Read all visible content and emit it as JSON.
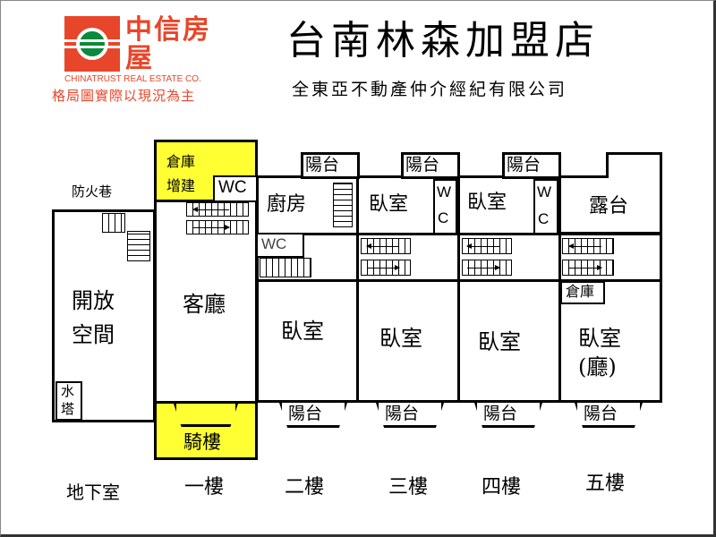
{
  "header": {
    "logo": {
      "brand_cn": "中信房屋",
      "brand_en": "CHINATRUST REAL ESTATE CO.",
      "disclaimer": "格局圖實際以現況為主",
      "brand_color": "#e8462a",
      "logo_green": "#0a8a3a"
    },
    "title": "台南林森加盟店",
    "subtitle": "全東亞不動產仲介經紀有限公司"
  },
  "floors": [
    {
      "label": "地下室",
      "rooms": [
        "開放空間",
        "水塔"
      ],
      "notes": [
        "防火巷"
      ]
    },
    {
      "label": "一樓",
      "rooms": [
        "倉庫增建",
        "WC",
        "客廳",
        "騎樓"
      ]
    },
    {
      "label": "二樓",
      "rooms": [
        "陽台",
        "廚房",
        "WC",
        "臥室",
        "陽台"
      ]
    },
    {
      "label": "三樓",
      "rooms": [
        "陽台",
        "臥室",
        "WC",
        "臥室",
        "陽台"
      ]
    },
    {
      "label": "四樓",
      "rooms": [
        "陽台",
        "臥室",
        "WC",
        "臥室",
        "陽台"
      ]
    },
    {
      "label": "五樓",
      "rooms": [
        "露台",
        "倉庫",
        "臥室(廳)",
        "陽台"
      ]
    }
  ],
  "labels": {
    "fire_lane": "防火巷",
    "open_space_1": "開放",
    "open_space_2": "空間",
    "water_tower_1": "水",
    "water_tower_2": "塔",
    "storage_addon_1": "倉庫",
    "storage_addon_2": "增建",
    "wc": "WC",
    "wc_w": "W",
    "wc_c": "C",
    "living_room": "客廳",
    "arcade": "騎樓",
    "kitchen": "廚房",
    "balcony": "陽台",
    "bedroom": "臥室",
    "terrace": "露台",
    "storage": "倉庫",
    "bedroom_hall": "臥室",
    "hall": "(廳)",
    "floor_b1": "地下室",
    "floor_1": "一樓",
    "floor_2": "二樓",
    "floor_3": "三樓",
    "floor_4": "四樓",
    "floor_5": "五樓"
  },
  "colors": {
    "highlight_yellow": "#ffff33",
    "line": "#000000"
  }
}
